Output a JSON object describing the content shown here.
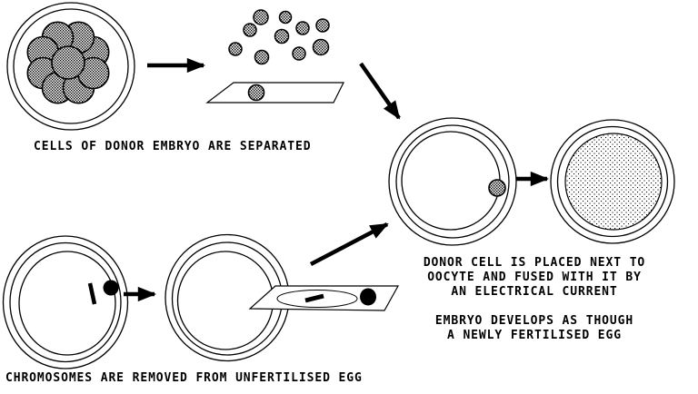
{
  "diagram": {
    "background_color": "#ffffff",
    "ink_color": "#000000",
    "captions": {
      "cells_separated": "CELLS OF DONOR EMBRYO ARE SEPARATED",
      "chromosomes_removed": "CHROMOSOMES ARE REMOVED FROM UNFERTILISED EGG",
      "donor_fusion": [
        "DONOR CELL IS PLACED NEXT TO",
        "OOCYTE AND FUSED WITH IT BY",
        "AN ELECTRICAL CURRENT"
      ],
      "embryo_develops": [
        "EMBRYO DEVELOPS AS THOUGH",
        "A NEWLY FERTILISED EGG"
      ]
    }
  }
}
